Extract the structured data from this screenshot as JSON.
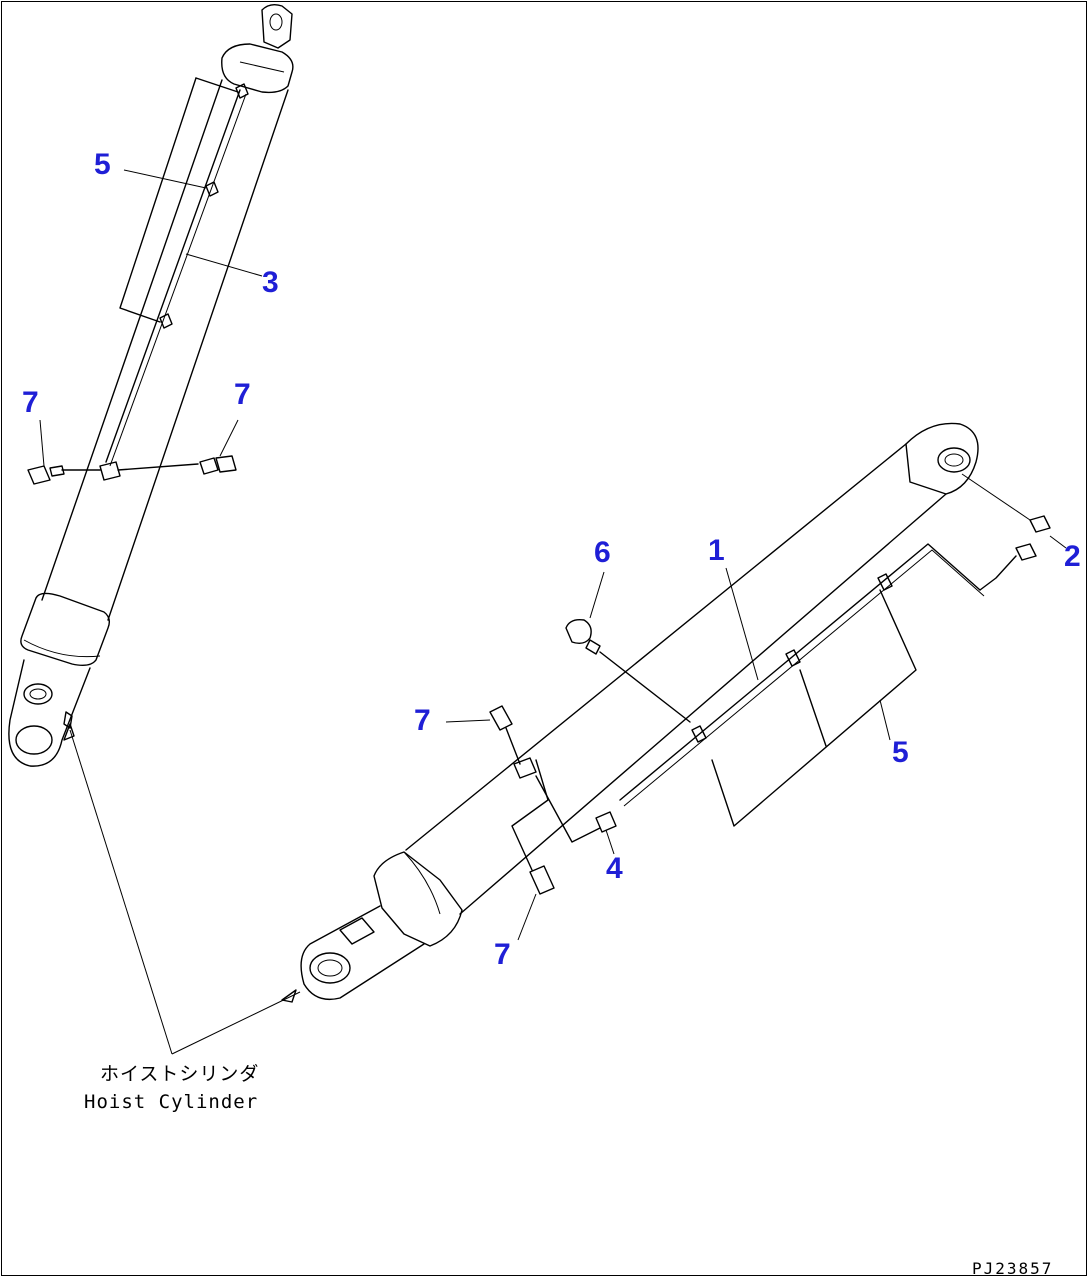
{
  "diagram": {
    "callouts": [
      {
        "id": "c1",
        "text": "5"
      },
      {
        "id": "c2",
        "text": "3"
      },
      {
        "id": "c3",
        "text": "7"
      },
      {
        "id": "c4",
        "text": "7"
      },
      {
        "id": "c5",
        "text": "6"
      },
      {
        "id": "c6",
        "text": "1"
      },
      {
        "id": "c7",
        "text": "2"
      },
      {
        "id": "c8",
        "text": "7"
      },
      {
        "id": "c9",
        "text": "5"
      },
      {
        "id": "c10",
        "text": "4"
      },
      {
        "id": "c11",
        "text": "7"
      }
    ],
    "label_jp": "ホイストシリンダ",
    "label_en": "Hoist Cylinder",
    "drawing_code": "PJ23857"
  }
}
